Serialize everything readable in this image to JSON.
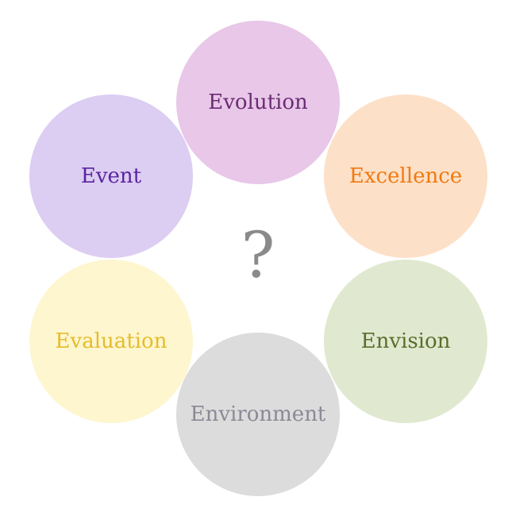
{
  "diagram": {
    "center": {
      "label": "?",
      "color": "#8a8a8a"
    },
    "bubbles": [
      {
        "label": "Evolution",
        "fill": "#e8c7e8",
        "text_color": "#6b2c73"
      },
      {
        "label": "Excellence",
        "fill": "#fde0c8",
        "text_color": "#f07a10"
      },
      {
        "label": "Envision",
        "fill": "#e0e9d0",
        "text_color": "#5a6e2a"
      },
      {
        "label": "Environment",
        "fill": "#dcdcdc",
        "text_color": "#8a8a95"
      },
      {
        "label": "Evaluation",
        "fill": "#fdf6cf",
        "text_color": "#e6bc2a"
      },
      {
        "label": "Event",
        "fill": "#dccdf2",
        "text_color": "#5a24a0"
      }
    ]
  }
}
